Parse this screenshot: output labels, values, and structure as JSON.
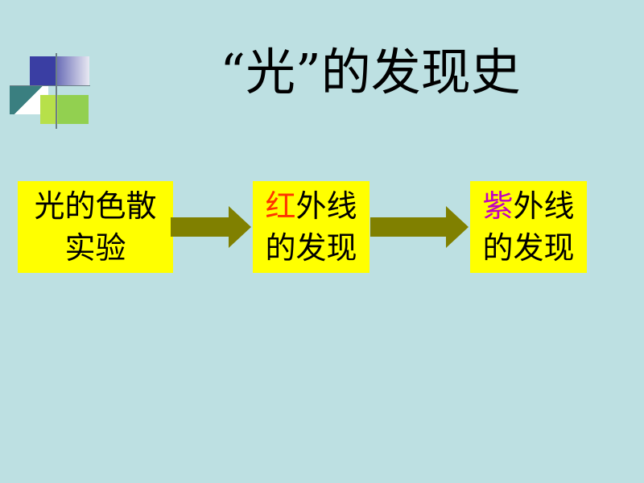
{
  "title": "“光”的发现史",
  "boxes": [
    {
      "line1": "光的色散",
      "line2": "实验"
    },
    {
      "line1_highlight": "红",
      "line1_rest": "外线",
      "line2": "的发现"
    },
    {
      "line1_highlight": "紫",
      "line1_rest": "外线",
      "line2": "的发现"
    }
  ],
  "colors": {
    "background": "#bde0e2",
    "box": "#ffff00",
    "arrow": "#808000",
    "highlight_red": "#ff3300",
    "highlight_purple": "#c000c0"
  }
}
